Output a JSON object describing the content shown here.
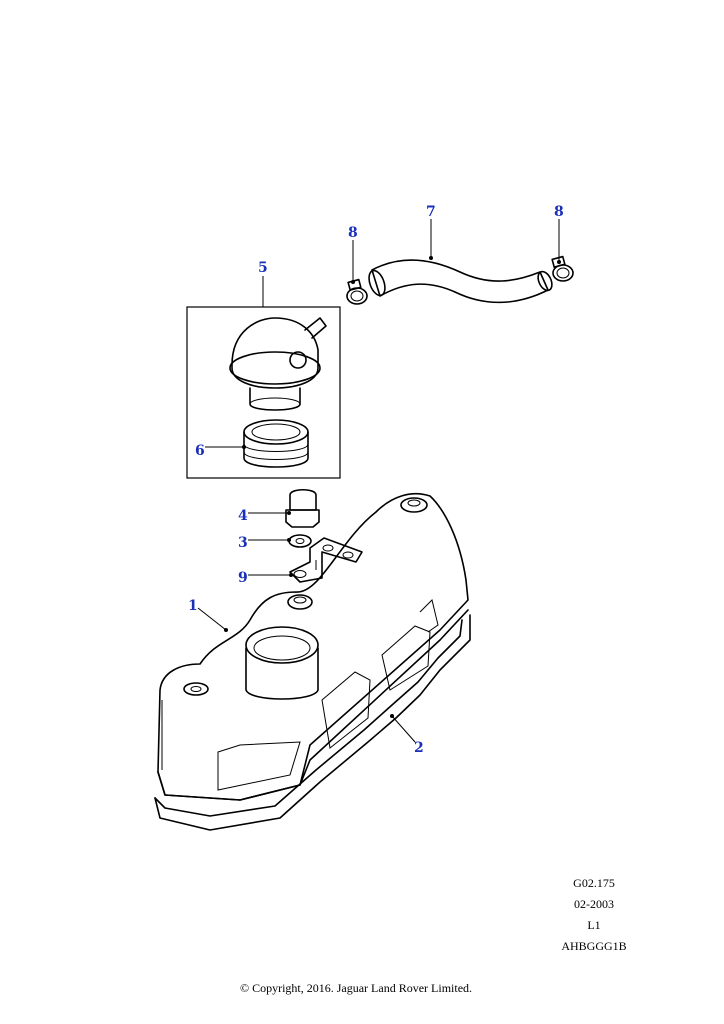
{
  "callouts": {
    "c1": "1",
    "c2": "2",
    "c3": "3",
    "c4": "4",
    "c5": "5",
    "c6": "6",
    "c7": "7",
    "c8a": "8",
    "c8b": "8",
    "c9": "9"
  },
  "callout_color": "#1a2fb8",
  "meta": {
    "figure_code": "G02.175",
    "date": "02-2003",
    "level": "L1",
    "part_code": "AHBGGG1B"
  },
  "copyright": "© Copyright, 2016. Jaguar Land Rover Limited."
}
